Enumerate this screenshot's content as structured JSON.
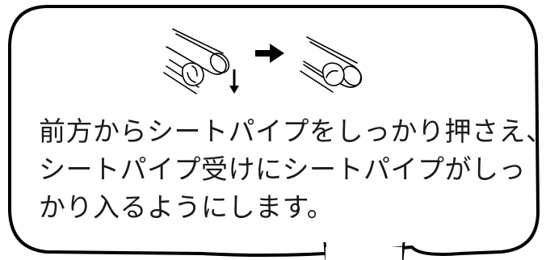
{
  "instruction": {
    "lines": [
      "前方からシートパイプをしっかり押さえ、",
      "シートパイプ受けにシートパイプがしっ",
      "かり入るようにします。"
    ]
  },
  "illustration": {
    "step_before": "seat-pipe-above-receiver",
    "push_direction_icon": "down-arrow-icon",
    "transition_icon": "right-arrow-icon",
    "step_after": "seat-pipe-seated-in-receiver"
  }
}
